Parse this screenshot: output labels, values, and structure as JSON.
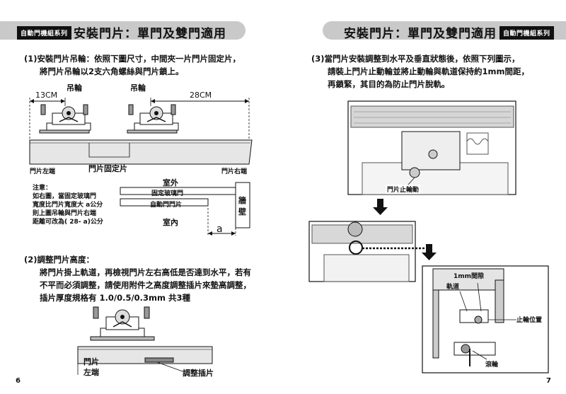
{
  "left_page": {
    "series_badge": "自動門機組系列",
    "title": "安裝門片：單門及雙門適用",
    "step1": {
      "line1": "(1)安裝門片吊輪：依照下圖尺寸，中間夾一片門片固定片，",
      "line2": "將門片吊輪以2支六角螺絲與門片鎖上。"
    },
    "fig1": {
      "wheel_label_1": "吊輪",
      "wheel_label_2": "吊輪",
      "dim_13": "13CM",
      "dim_28": "28CM",
      "door_left_end": "門片左端",
      "door_right_end": "門片右端",
      "fixing_plate": "門片固定片"
    },
    "note": {
      "lines": [
        "注意：",
        "如右圖，當固定玻璃門",
        "寬度比門片寬度大 a公分",
        "則上圖吊輪與門片右端",
        "距離可改為( 28- a)公分"
      ]
    },
    "fig2": {
      "outdoor": "室外",
      "fixed_glass": "固定玻璃門",
      "auto_door": "自動門門片",
      "wall_1": "牆",
      "wall_2": "壁",
      "indoor": "室內",
      "a_label": "a"
    },
    "step2": {
      "line1": "(2)調整門片高度：",
      "line2": "將門片掛上軌道，再檢視門片左右高低是否達到水平，若有",
      "line3": "不平而必須調整，請使用附件之高度調整插片來墊高調整，",
      "line4": "插片厚度規格有 1.0/0.5/0.3mm 共3種"
    },
    "fig3": {
      "door_left_1": "門片",
      "door_left_2": "左端",
      "shim": "調整插片"
    },
    "page_number": "6"
  },
  "right_page": {
    "series_badge": "自動門機組系列",
    "title": "安裝門片：單門及雙門適用",
    "step3": {
      "line1": "(3)當門片安裝調整到水平及垂直狀態後，依照下列圖示，",
      "line2": "請裝上門片止動輪並將止動輪與軌道保持約1mm間距，",
      "line3": "再鎖緊，其目的為防止門片脫軌。"
    },
    "fig4": {
      "stop_wheel": "門片止輪動"
    },
    "fig5": {
      "gap": "1mm間隙",
      "track": "軌道",
      "stop_position": "止輪位置",
      "roller": "滾輪"
    },
    "page_number": "7"
  }
}
